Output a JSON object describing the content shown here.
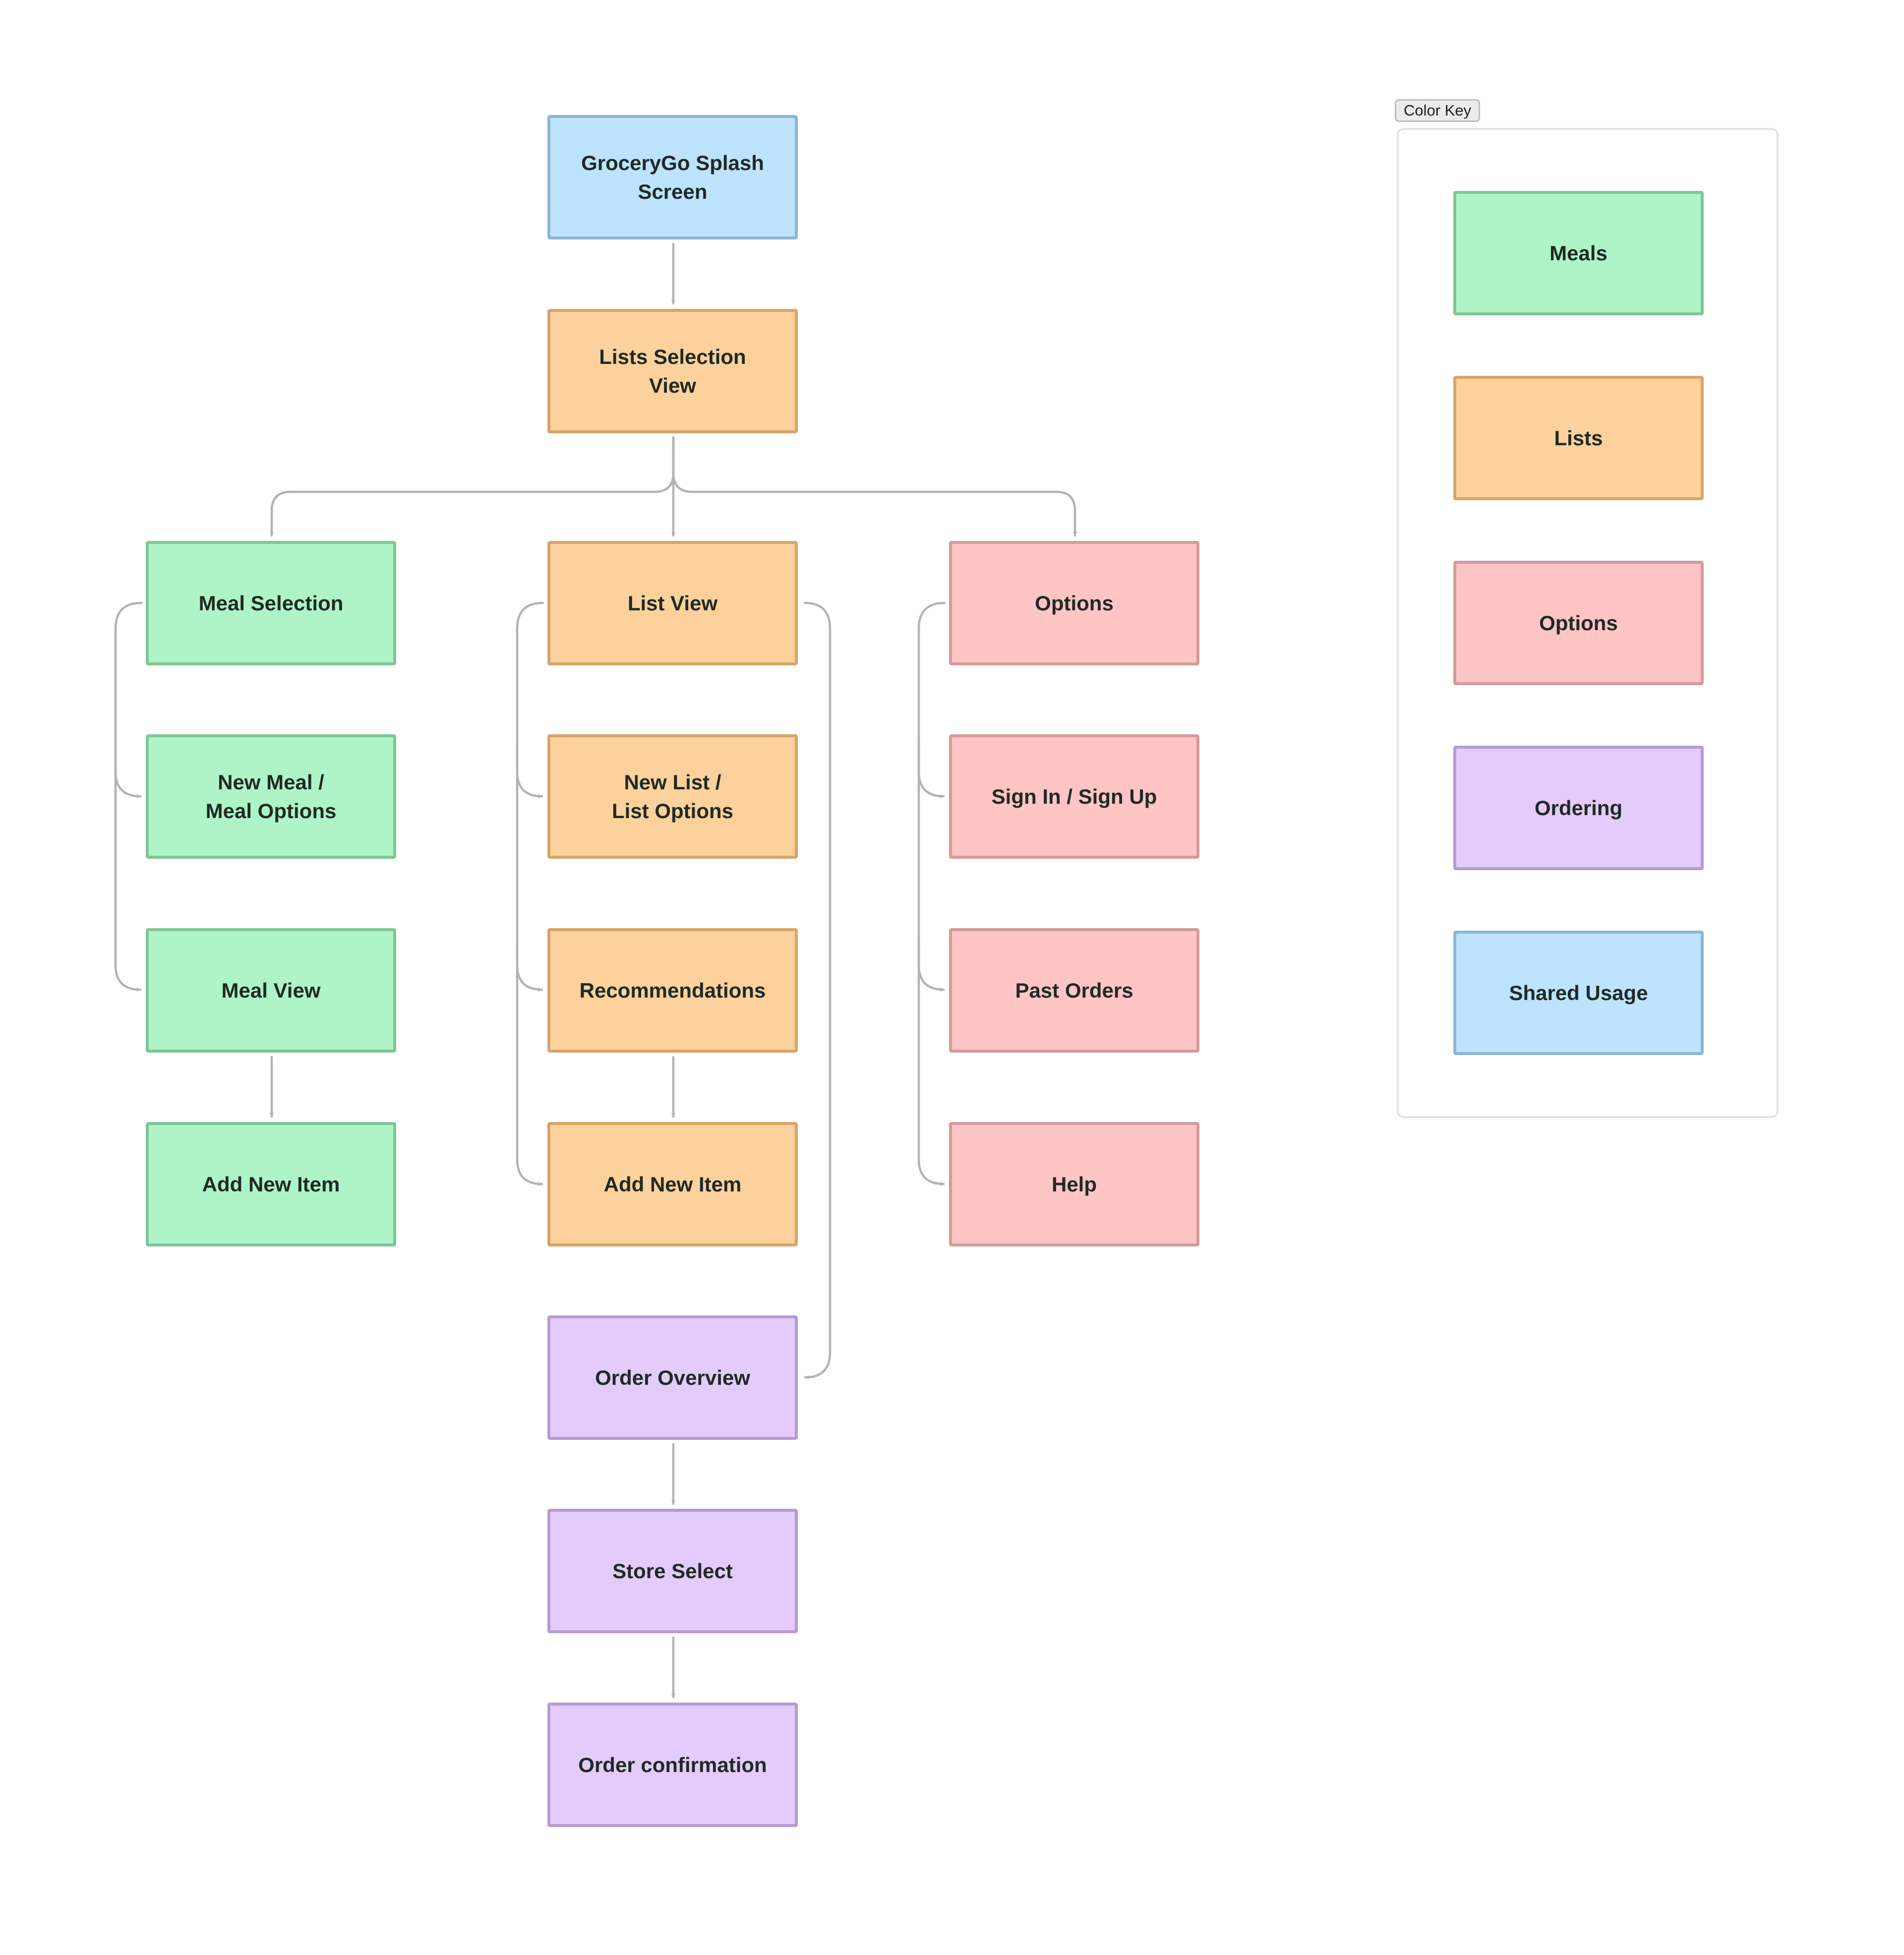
{
  "nodes": {
    "splash": "GroceryGo Splash\nScreen",
    "lists_selection": "Lists Selection\nView",
    "meal_selection": "Meal Selection",
    "new_meal": "New Meal /\nMeal Options",
    "meal_view": "Meal View",
    "meal_add_item": "Add New Item",
    "list_view": "List View",
    "new_list": "New List /\nList Options",
    "recommendations": "Recommendations",
    "list_add_item": "Add New Item",
    "options": "Options",
    "sign_in": "Sign In / Sign Up",
    "past_orders": "Past Orders",
    "help": "Help",
    "order_overview": "Order Overview",
    "store_select": "Store Select",
    "order_confirmation": "Order confirmation"
  },
  "color_key": {
    "title": "Color Key",
    "items": [
      "Meals",
      "Lists",
      "Options",
      "Ordering",
      "Shared Usage"
    ]
  },
  "colors": {
    "meals": "#aff4c6",
    "lists": "#fcd19c",
    "options": "#ffc4c4",
    "ordering": "#e3ccfc",
    "shared_usage": "#bde3ff",
    "connector": "#b3b3b3"
  }
}
